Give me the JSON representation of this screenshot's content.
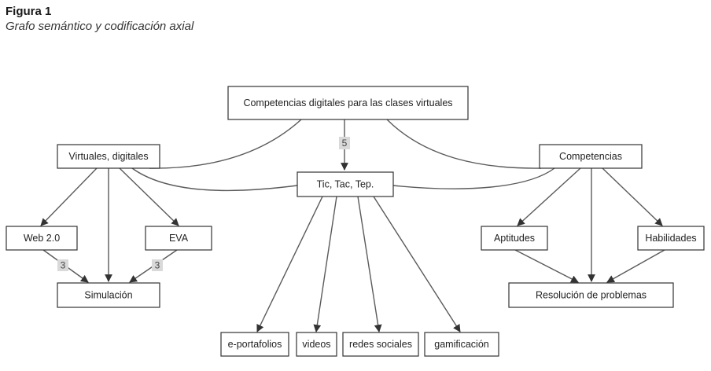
{
  "figure": {
    "label": "Figura 1",
    "title": "Grafo semántico y codificación axial"
  },
  "nodes": {
    "competencias_digitales": "Competencias digitales para las clases virtuales",
    "virtuales_digitales": "Virtuales, digitales",
    "tic_tac_tep": "Tic, Tac, Tep.",
    "competencias": "Competencias",
    "web20": "Web 2.0",
    "eva": "EVA",
    "simulacion": "Simulación",
    "aptitudes": "Aptitudes",
    "habilidades": "Habilidades",
    "resolucion": "Resolución de problemas",
    "eportafolios": "e-portafolios",
    "videos": "videos",
    "redes_sociales": "redes sociales",
    "gamificacion": "gamificación"
  },
  "edge_labels": {
    "main_to_tic": "5",
    "web20_to_simulacion": "3",
    "eva_to_simulacion": "3"
  }
}
